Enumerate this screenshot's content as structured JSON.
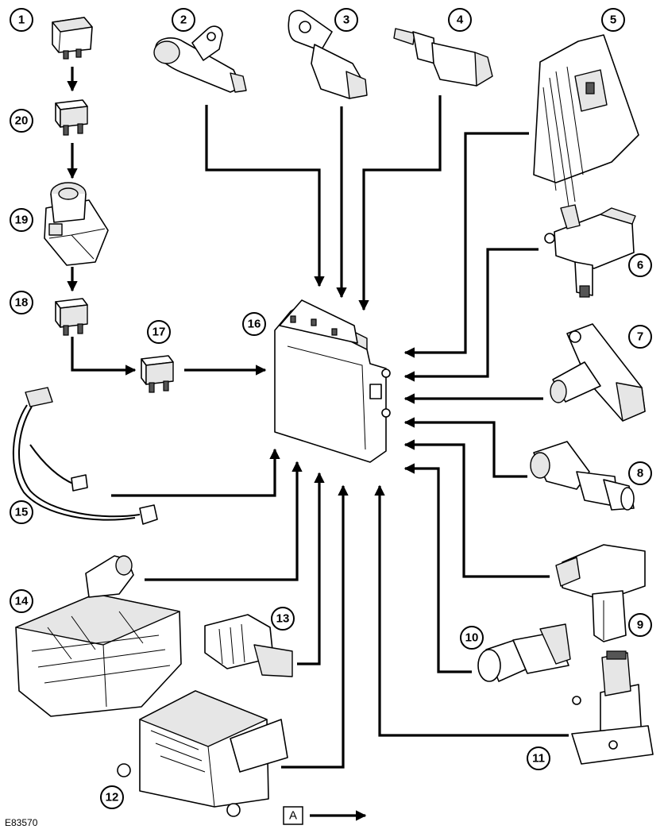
{
  "figure_id": "E83570",
  "legend": {
    "key": "A"
  },
  "callouts": [
    "1",
    "2",
    "3",
    "4",
    "5",
    "6",
    "7",
    "8",
    "9",
    "10",
    "11",
    "12",
    "13",
    "14",
    "15",
    "16",
    "17",
    "18",
    "19",
    "20"
  ]
}
